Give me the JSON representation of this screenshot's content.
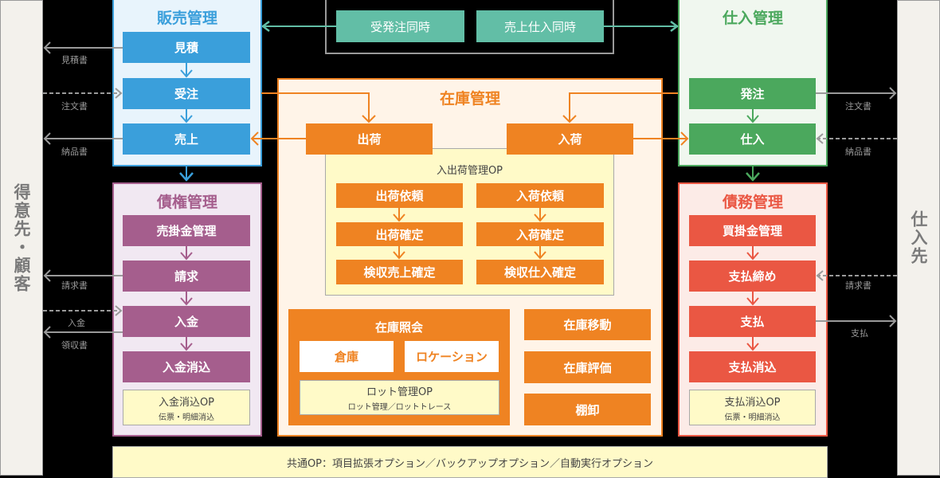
{
  "colors": {
    "sales": "#3a9fdb",
    "sales_bg": "#e8f4fc",
    "receivable": "#a55e8d",
    "receivable_bg": "#f1e8f2",
    "inventory": "#ef8322",
    "inventory_bg": "#fff4e8",
    "purchase": "#4ba85d",
    "purchase_bg": "#f0f7ef",
    "payable": "#ea5743",
    "payable_bg": "#fcebe7",
    "sync": "#62bea6",
    "option_bg": "#fffac8",
    "doc_arrow": "#9a9a9a"
  },
  "left_party": {
    "label": "得意先・顧客"
  },
  "right_party": {
    "label": "仕入先"
  },
  "sync": {
    "items": [
      {
        "label": "受発注同時"
      },
      {
        "label": "売上仕入同時"
      }
    ]
  },
  "sales": {
    "title": "販売管理",
    "steps": [
      {
        "label": "見積"
      },
      {
        "label": "受注"
      },
      {
        "label": "売上"
      }
    ],
    "documents": [
      {
        "label": "見積書",
        "direction": "out"
      },
      {
        "label": "注文書",
        "direction": "in"
      },
      {
        "label": "納品書",
        "direction": "out"
      }
    ]
  },
  "receivable": {
    "title": "債権管理",
    "steps": [
      {
        "label": "売掛金管理"
      },
      {
        "label": "請求"
      },
      {
        "label": "入金"
      },
      {
        "label": "入金消込"
      }
    ],
    "option": {
      "title": "入金消込OP",
      "subtitle": "伝票・明細消込"
    },
    "documents": [
      {
        "label": "請求書",
        "direction": "out"
      },
      {
        "label": "入金",
        "direction": "in"
      },
      {
        "label": "領収書",
        "direction": "out"
      }
    ]
  },
  "inventory": {
    "title": "在庫管理",
    "shipping": {
      "label": "出荷"
    },
    "receiving": {
      "label": "入荷"
    },
    "io_option": {
      "title": "入出荷管理OP",
      "shipping_steps": [
        {
          "label": "出荷依頼"
        },
        {
          "label": "出荷確定"
        },
        {
          "label": "検収売上確定"
        }
      ],
      "receiving_steps": [
        {
          "label": "入荷依頼"
        },
        {
          "label": "入荷確定"
        },
        {
          "label": "検収仕入確定"
        }
      ]
    },
    "inquiry": {
      "title": "在庫照会",
      "warehouse": "倉庫",
      "location": "ロケーション",
      "lot_option": {
        "title": "ロット管理OP",
        "subtitle": "ロット管理／ロットトレース"
      }
    },
    "functions": [
      {
        "label": "在庫移動"
      },
      {
        "label": "在庫評価"
      },
      {
        "label": "棚卸"
      }
    ]
  },
  "purchase": {
    "title": "仕入管理",
    "steps": [
      {
        "label": "発注"
      },
      {
        "label": "仕入"
      }
    ],
    "documents": [
      {
        "label": "注文書",
        "direction": "out"
      },
      {
        "label": "納品書",
        "direction": "in"
      }
    ]
  },
  "payable": {
    "title": "債務管理",
    "steps": [
      {
        "label": "買掛金管理"
      },
      {
        "label": "支払締め"
      },
      {
        "label": "支払"
      },
      {
        "label": "支払消込"
      }
    ],
    "option": {
      "title": "支払消込OP",
      "subtitle": "伝票・明細消込"
    },
    "documents": [
      {
        "label": "請求書",
        "direction": "in"
      },
      {
        "label": "支払",
        "direction": "out"
      }
    ]
  },
  "common_option": {
    "label": "共通OP：項目拡張オプション／バックアップオプション／自動実行オプション"
  }
}
